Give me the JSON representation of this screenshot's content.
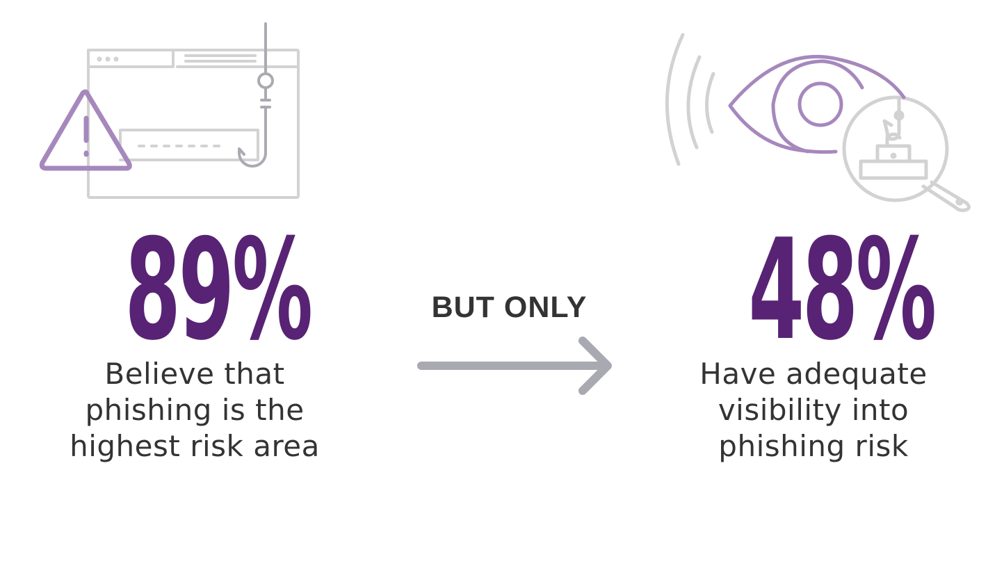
{
  "colors": {
    "stat_purple": "#582374",
    "icon_purple": "#a688bd",
    "icon_gray": "#d2d2d2",
    "hook_gray": "#aaaab2",
    "text_dark": "#333333",
    "arrow_gray": "#a9a9b2"
  },
  "icons": {
    "left": "phishing-hook-browser-warning-icon",
    "right": "eye-magnifier-phishing-icon"
  },
  "left_stat": {
    "value": "89%",
    "caption_lines": [
      "Believe that",
      "phishing is the",
      "highest risk area"
    ]
  },
  "connector": {
    "label": "BUT ONLY",
    "icon": "arrow-right-icon"
  },
  "right_stat": {
    "value": "48%",
    "caption_lines": [
      "Have adequate",
      "visibility into",
      "phishing risk"
    ]
  }
}
